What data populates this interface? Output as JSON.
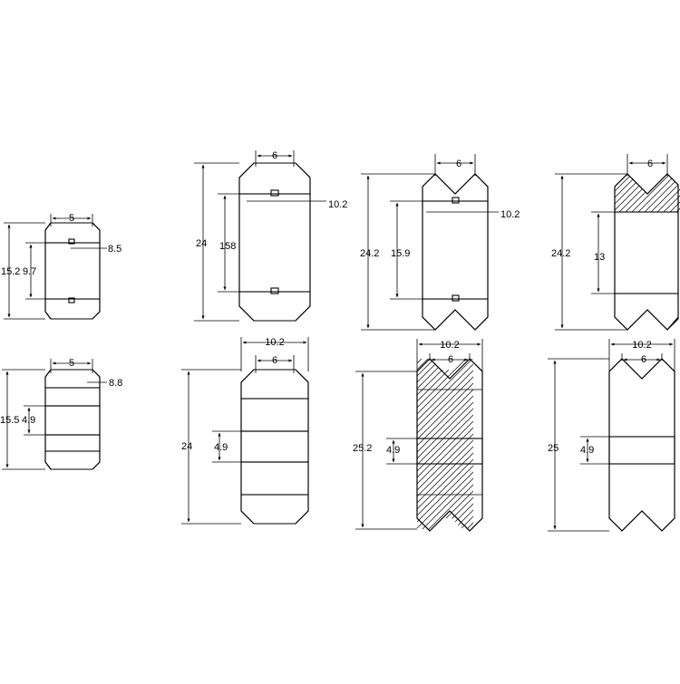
{
  "drawing": {
    "title": "",
    "parts": [
      {
        "id": "p1",
        "label_top": "5",
        "label_right": "8.5",
        "label_height": "15.2",
        "label_inner": "9.7"
      },
      {
        "id": "p2",
        "label_top": "5",
        "label_right": "8.8",
        "label_height": "15.5",
        "label_inner": "4.9"
      },
      {
        "id": "p3",
        "label_top": "6",
        "label_right": "10.2",
        "label_height": "24",
        "label_inner": "158"
      },
      {
        "id": "p4",
        "label_top_outer": "10.2",
        "label_top": "6",
        "label_height": "24",
        "label_inner": "4.9"
      },
      {
        "id": "p5",
        "label_top": "6",
        "label_right": "10.2",
        "label_height": "24.2",
        "label_inner": "15.9"
      },
      {
        "id": "p6",
        "label_top_outer": "10.2",
        "label_top": "6",
        "label_height": "25.2",
        "label_inner": "4.9"
      },
      {
        "id": "p7",
        "label_top": "6",
        "label_height": "24.2",
        "label_inner": "13"
      },
      {
        "id": "p8",
        "label_top_outer": "10.2",
        "label_top": "6",
        "label_height": "25",
        "label_inner": "4.9"
      }
    ]
  }
}
